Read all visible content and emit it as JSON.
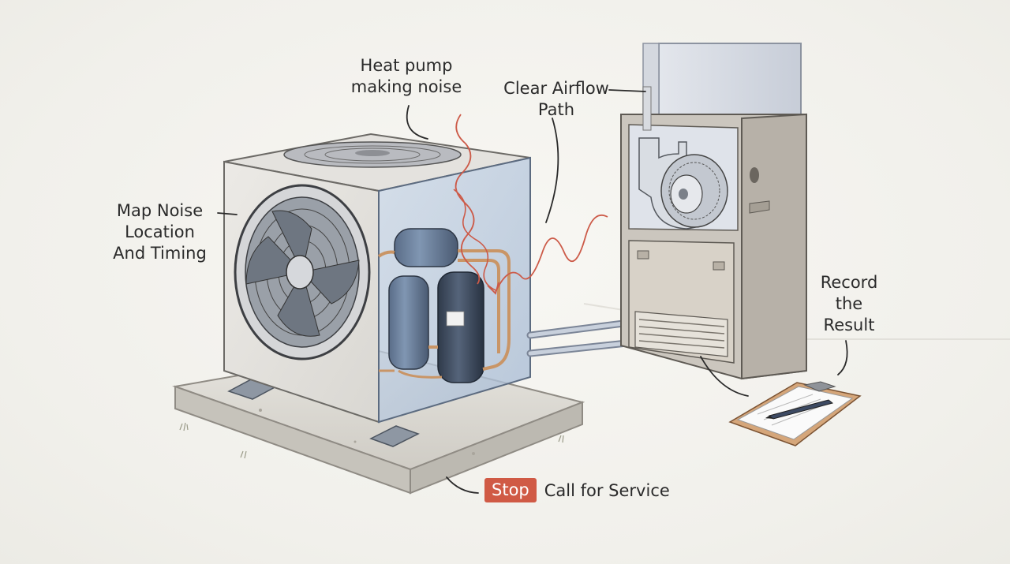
{
  "labels": {
    "heat_pump_noise": "Heat pump\nmaking noise",
    "clear_airflow": "Clear Airflow\nPath",
    "map_noise": "Map Noise\nLocation\nAnd Timing",
    "record_result": "Record\nthe\nResult",
    "stop": "Stop",
    "call_service": "Call for Service"
  },
  "colors": {
    "noise_line": "#cc5a48",
    "stop_badge": "#d05a45",
    "copper_pipe": "#c99566",
    "ink": "#2a2a2a"
  },
  "icons": [
    "fan-icon",
    "compressor-icon",
    "blower-icon",
    "clipboard-icon",
    "pen-icon"
  ]
}
